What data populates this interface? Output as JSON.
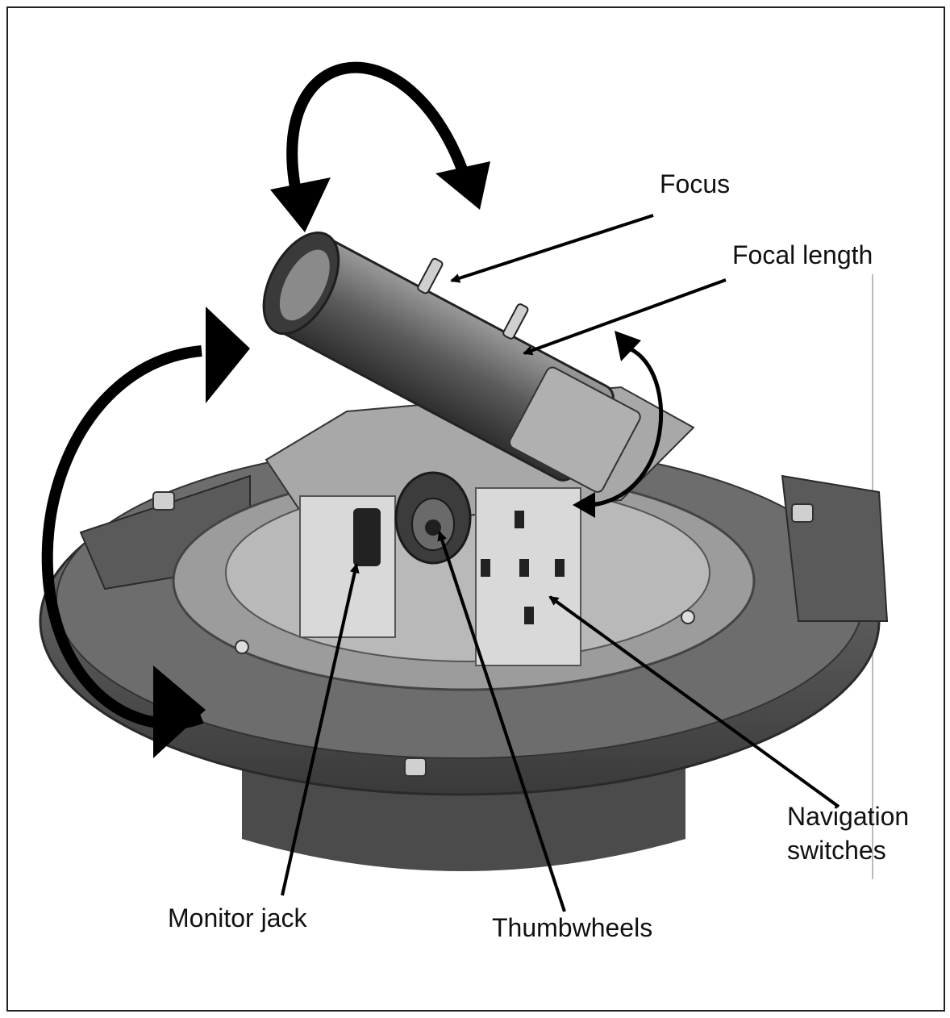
{
  "figure": {
    "labels": {
      "focus": "Focus",
      "focal_length": "Focal length",
      "navigation_switches_line1": "Navigation",
      "navigation_switches_line2": "switches",
      "monitor_jack": "Monitor jack",
      "thumbwheels": "Thumbwheels"
    },
    "colors": {
      "frame": "#222222",
      "arrows": "#000000",
      "body_dark": "#4a4a4a",
      "body_mid": "#8a8a8a",
      "body_light": "#c8c8c8",
      "panel": "#d9d9d9"
    }
  }
}
